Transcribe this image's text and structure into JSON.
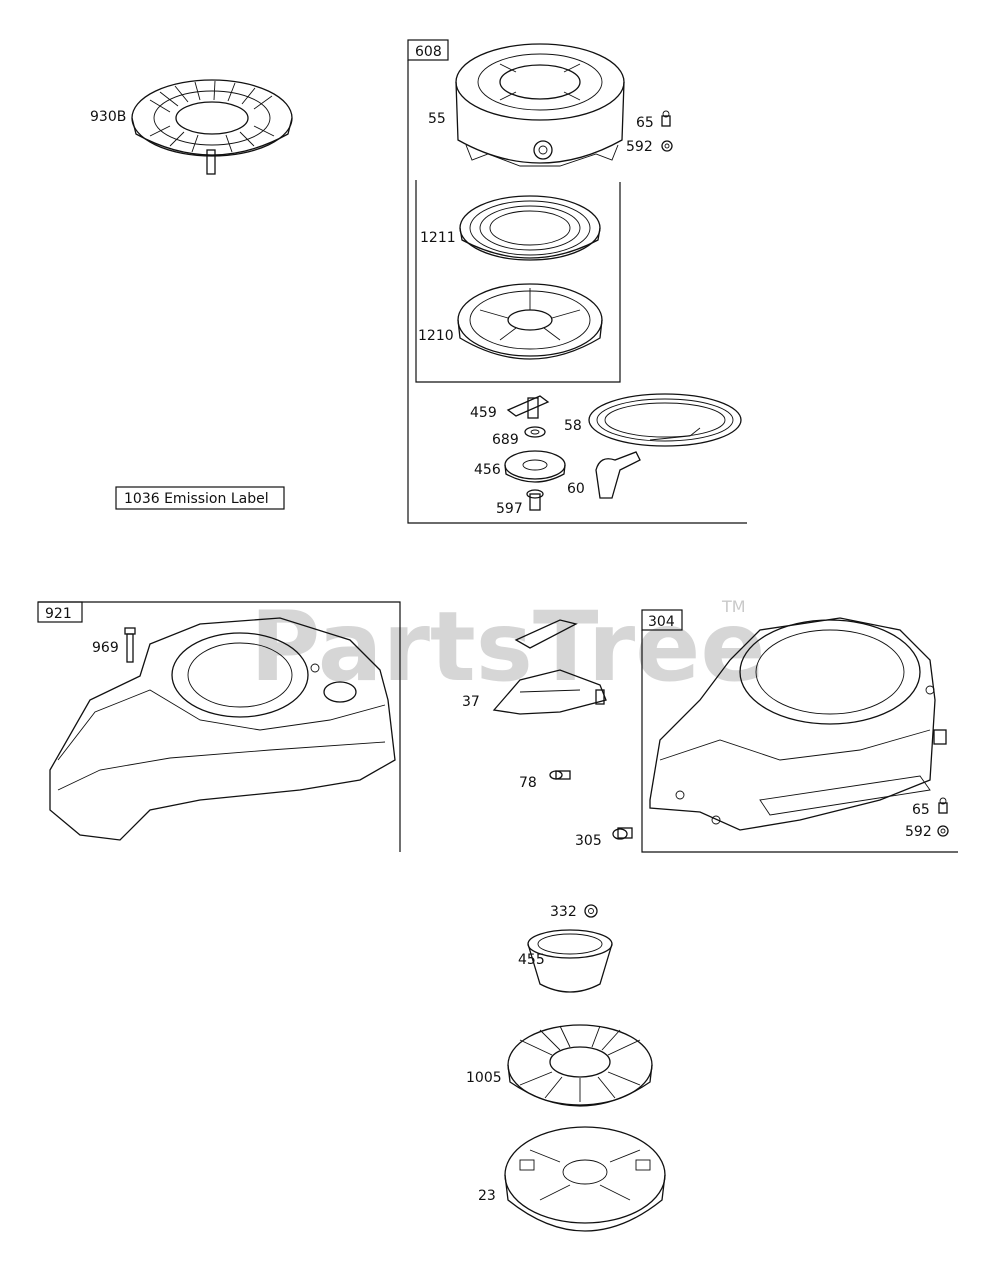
{
  "watermark": {
    "text": "PartsTree",
    "tm": "TM"
  },
  "emission_label": "1036 Emission Label",
  "box_numbers": {
    "b608": "608",
    "b921": "921",
    "b304": "304"
  },
  "labels": {
    "p930B": "930B",
    "p55": "55",
    "p65a": "65",
    "p592a": "592",
    "p1211": "1211",
    "p1210": "1210",
    "p459": "459",
    "p58": "58",
    "p689": "689",
    "p456": "456",
    "p60": "60",
    "p597": "597",
    "p969": "969",
    "p37": "37",
    "p78": "78",
    "p305": "305",
    "p65b": "65",
    "p592b": "592",
    "p332": "332",
    "p455": "455",
    "p1005": "1005",
    "p23": "23"
  }
}
